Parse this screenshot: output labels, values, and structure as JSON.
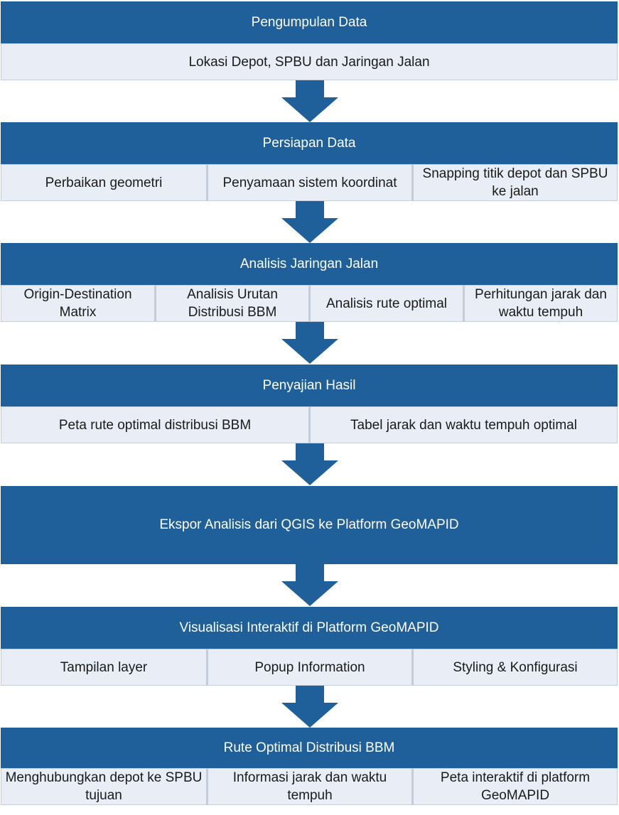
{
  "steps": [
    {
      "title": "Pengumpulan Data",
      "items": [
        "Lokasi Depot, SPBU dan Jaringan Jalan"
      ]
    },
    {
      "title": "Persiapan Data",
      "items": [
        "Perbaikan geometri",
        "Penyamaan sistem koordinat",
        "Snapping titik depot dan SPBU ke jalan"
      ]
    },
    {
      "title": "Analisis Jaringan Jalan",
      "items": [
        "Origin-Destination Matrix",
        "Analisis Urutan Distribusi BBM",
        "Analisis rute optimal",
        "Perhitungan jarak dan waktu tempuh"
      ]
    },
    {
      "title": "Penyajian Hasil",
      "items": [
        "Peta rute optimal distribusi BBM",
        "Tabel jarak dan waktu tempuh optimal"
      ]
    },
    {
      "title": "Ekspor Analisis dari QGIS ke Platform GeoMAPID",
      "items": []
    },
    {
      "title": "Visualisasi Interaktif di Platform GeoMAPID",
      "items": [
        "Tampilan layer",
        "Popup Information",
        "Styling & Konfigurasi"
      ]
    },
    {
      "title": "Rute Optimal Distribusi BBM",
      "items": [
        "Menghubungkan depot ke SPBU tujuan",
        "Informasi jarak dan waktu tempuh",
        "Peta interaktif di platform GeoMAPID"
      ]
    }
  ],
  "colors": {
    "header": "#1f5f9a",
    "cell": "#e9eef6",
    "arrow": "#1f5f9a"
  }
}
